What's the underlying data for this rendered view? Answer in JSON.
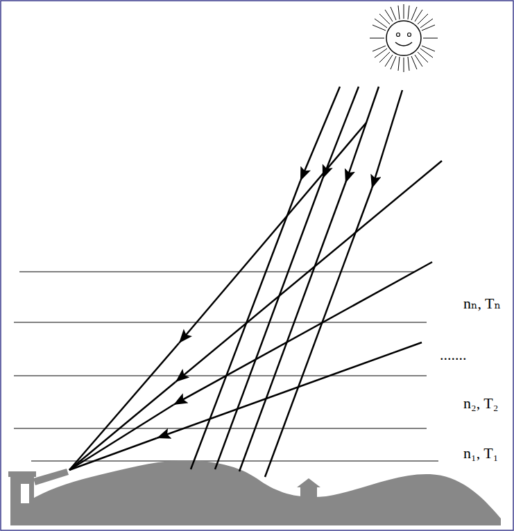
{
  "diagram": {
    "labels": [
      "nₙ, Tₙ",
      ".......",
      "n₂, T₂",
      "n₁, T₁"
    ]
  }
}
